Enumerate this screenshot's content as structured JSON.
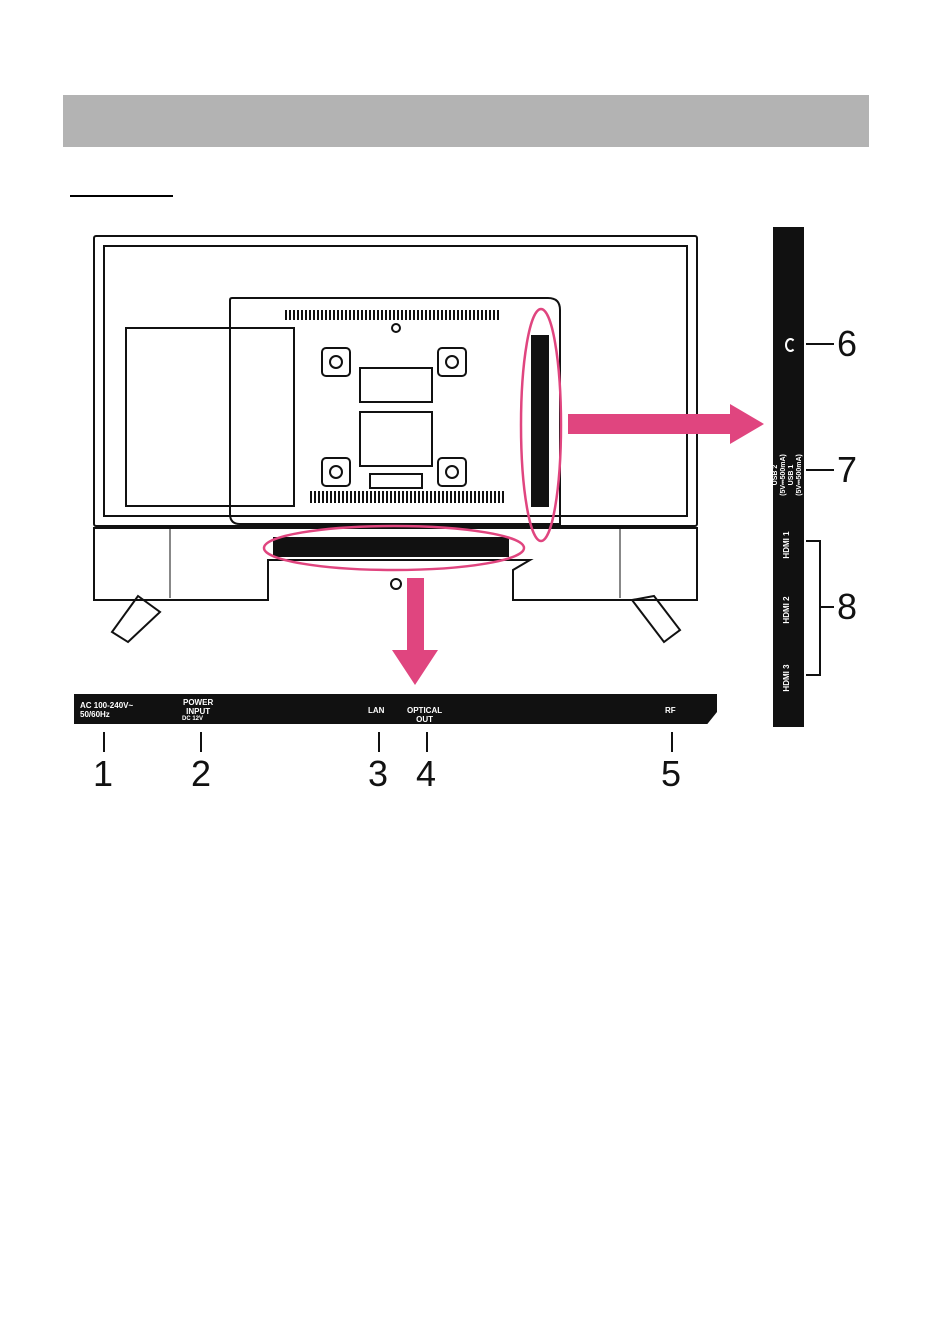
{
  "bottom_panel": {
    "ac": "AC 100-240V~\n50/60Hz",
    "power": "POWER\nINPUT",
    "power_dc": "DC 12V",
    "lan": "LAN",
    "optical": "OPTICAL\nOUT",
    "rf": "RF"
  },
  "side_panel": {
    "usb": "USB 2\n(5V⎓500mA)\nUSB 1\n(5V⎓500mA)",
    "hdmi1": "HDMI 1",
    "hdmi2": "HDMI 2",
    "hdmi3": "HDMI 3"
  },
  "callouts": [
    "1",
    "2",
    "3",
    "4",
    "5",
    "6",
    "7",
    "8"
  ],
  "colors": {
    "accent": "#e0457f",
    "header": "#b3b3b3"
  }
}
